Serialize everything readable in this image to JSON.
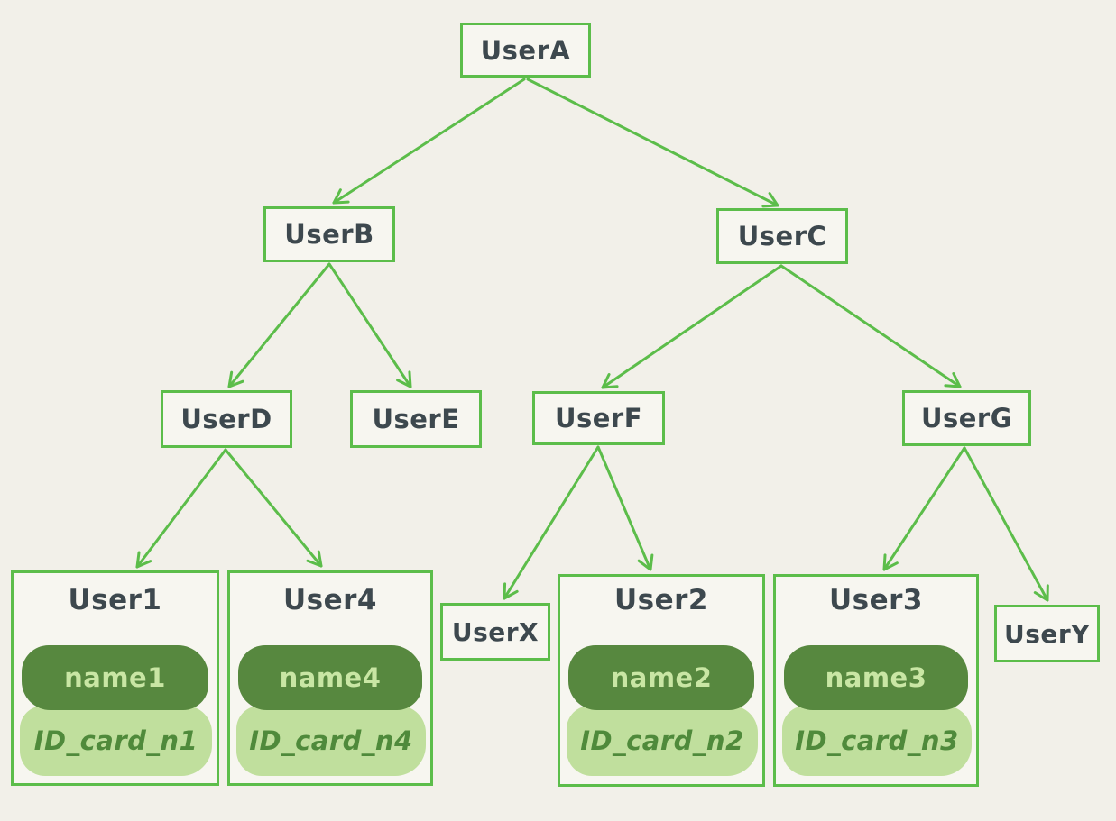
{
  "diagram": {
    "title": "user-hierarchy-tree",
    "colors": {
      "background": "#f2f0e9",
      "stroke_green": "#5cbd4a",
      "box_fill": "#f7f6f0",
      "label_text": "#3d484e",
      "name_pill_bg": "#57883f",
      "name_pill_text": "#c9e6a4",
      "id_pill_bg": "#c0df9d",
      "id_pill_text": "#4f8a3b"
    },
    "nodes": {
      "userA": {
        "label": "UserA"
      },
      "userB": {
        "label": "UserB"
      },
      "userC": {
        "label": "UserC"
      },
      "userD": {
        "label": "UserD"
      },
      "userE": {
        "label": "UserE"
      },
      "userF": {
        "label": "UserF"
      },
      "userG": {
        "label": "UserG"
      },
      "userX": {
        "label": "UserX"
      },
      "userY": {
        "label": "UserY"
      }
    },
    "cards": {
      "user1": {
        "title": "User1",
        "name": "name1",
        "id_card": "ID_card_n1"
      },
      "user4": {
        "title": "User4",
        "name": "name4",
        "id_card": "ID_card_n4"
      },
      "user2": {
        "title": "User2",
        "name": "name2",
        "id_card": "ID_card_n2"
      },
      "user3": {
        "title": "User3",
        "name": "name3",
        "id_card": "ID_card_n3"
      }
    },
    "edges": [
      {
        "from": "userA",
        "to": "userB"
      },
      {
        "from": "userA",
        "to": "userC"
      },
      {
        "from": "userB",
        "to": "userD"
      },
      {
        "from": "userB",
        "to": "userE"
      },
      {
        "from": "userC",
        "to": "userF"
      },
      {
        "from": "userC",
        "to": "userG"
      },
      {
        "from": "userD",
        "to": "user1"
      },
      {
        "from": "userD",
        "to": "user4"
      },
      {
        "from": "userF",
        "to": "userX"
      },
      {
        "from": "userF",
        "to": "user2"
      },
      {
        "from": "userG",
        "to": "user3"
      },
      {
        "from": "userG",
        "to": "userY"
      }
    ]
  }
}
